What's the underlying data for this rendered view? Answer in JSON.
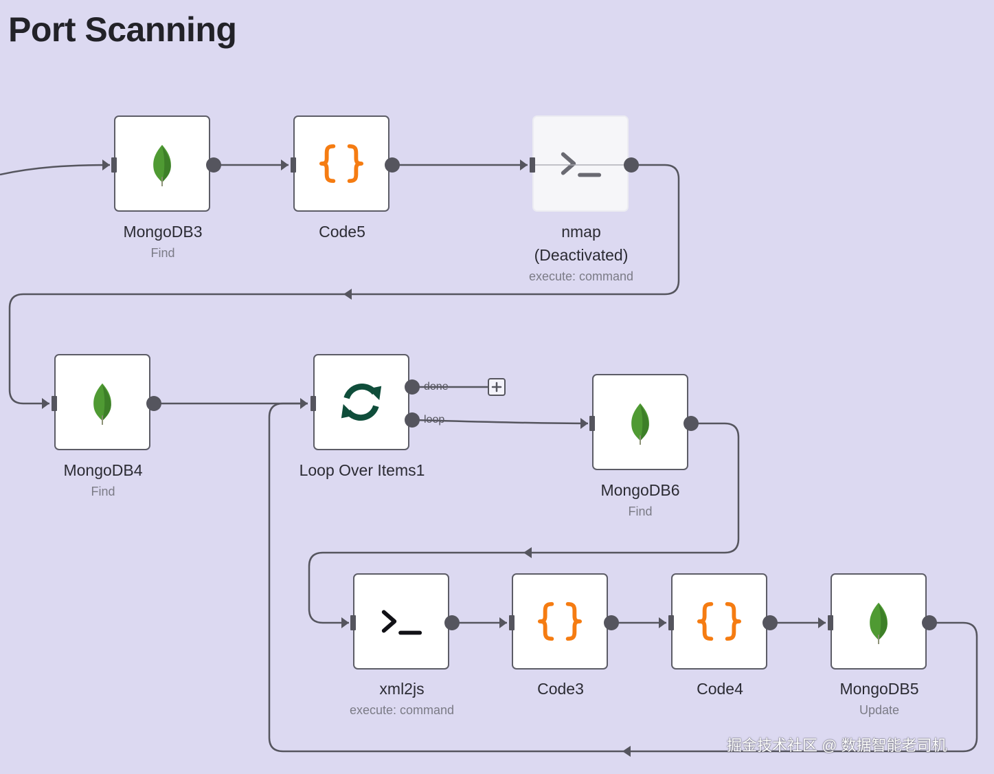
{
  "canvas": {
    "title": "Port Scanning"
  },
  "nodes": {
    "mongodb3": {
      "name": "MongoDB3",
      "subtitle": "Find",
      "icon": "mongodb-leaf-icon"
    },
    "code5": {
      "name": "Code5",
      "icon": "code-braces-icon"
    },
    "nmap": {
      "name": "nmap",
      "status": "(Deactivated)",
      "subtitle": "execute: command",
      "icon": "terminal-icon"
    },
    "mongodb4": {
      "name": "MongoDB4",
      "subtitle": "Find",
      "icon": "mongodb-leaf-icon"
    },
    "loop": {
      "name": "Loop Over Items1",
      "icon": "loop-arrows-icon",
      "outputs": {
        "done": "done",
        "loop": "loop"
      }
    },
    "mongodb6": {
      "name": "MongoDB6",
      "subtitle": "Find",
      "icon": "mongodb-leaf-icon"
    },
    "xml2js": {
      "name": "xml2js",
      "subtitle": "execute: command",
      "icon": "terminal-icon"
    },
    "code3": {
      "name": "Code3",
      "icon": "code-braces-icon"
    },
    "code4": {
      "name": "Code4",
      "icon": "code-braces-icon"
    },
    "mongodb5": {
      "name": "MongoDB5",
      "subtitle": "Update",
      "icon": "mongodb-leaf-icon"
    }
  },
  "watermark": "掘金技术社区 @ 数据智能老司机",
  "colors": {
    "canvas_background": "#dcd9f1",
    "connection": "#55555e",
    "mongodb_green": "#4f9a33",
    "code_orange": "#f57c12",
    "loop_green": "#0f4d3a"
  }
}
